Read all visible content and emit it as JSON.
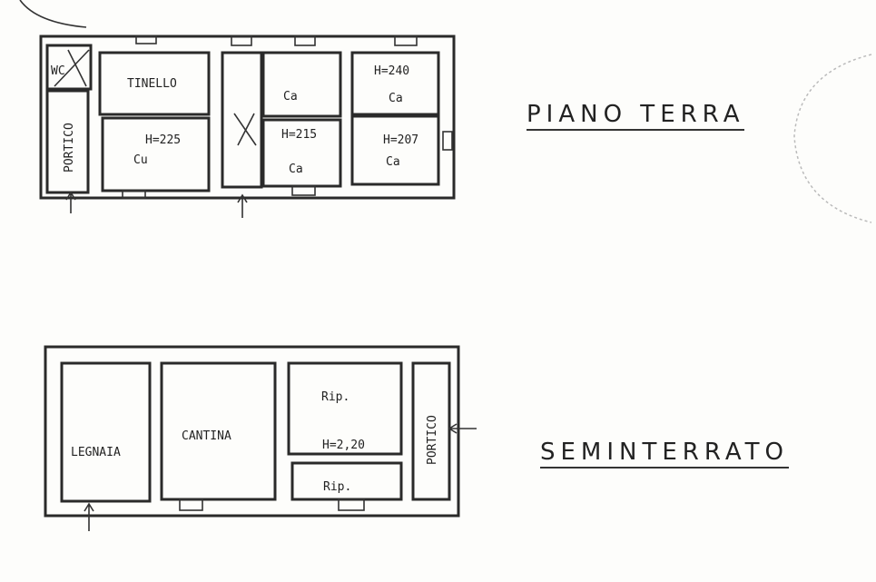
{
  "ground_floor": {
    "title": "PIANO TERRA",
    "labels": {
      "wc": "WC",
      "tinello": "TINELLO",
      "portico": "PORTICO",
      "h_cu": "H=225",
      "cu": "Cu",
      "ca1": "Ca",
      "h_ca2": "H=215",
      "ca2": "Ca",
      "h_ca3": "H=240",
      "ca3": "Ca",
      "h_ca4": "H=207",
      "ca4": "Ca"
    }
  },
  "basement": {
    "title": "SEMINTERRATO",
    "labels": {
      "legnaia": "LEGNAIA",
      "cantina": "CANTINA",
      "rip1": "Rip.",
      "height": "H=2,20",
      "rip2": "Rip.",
      "portico": "PORTICO"
    }
  }
}
